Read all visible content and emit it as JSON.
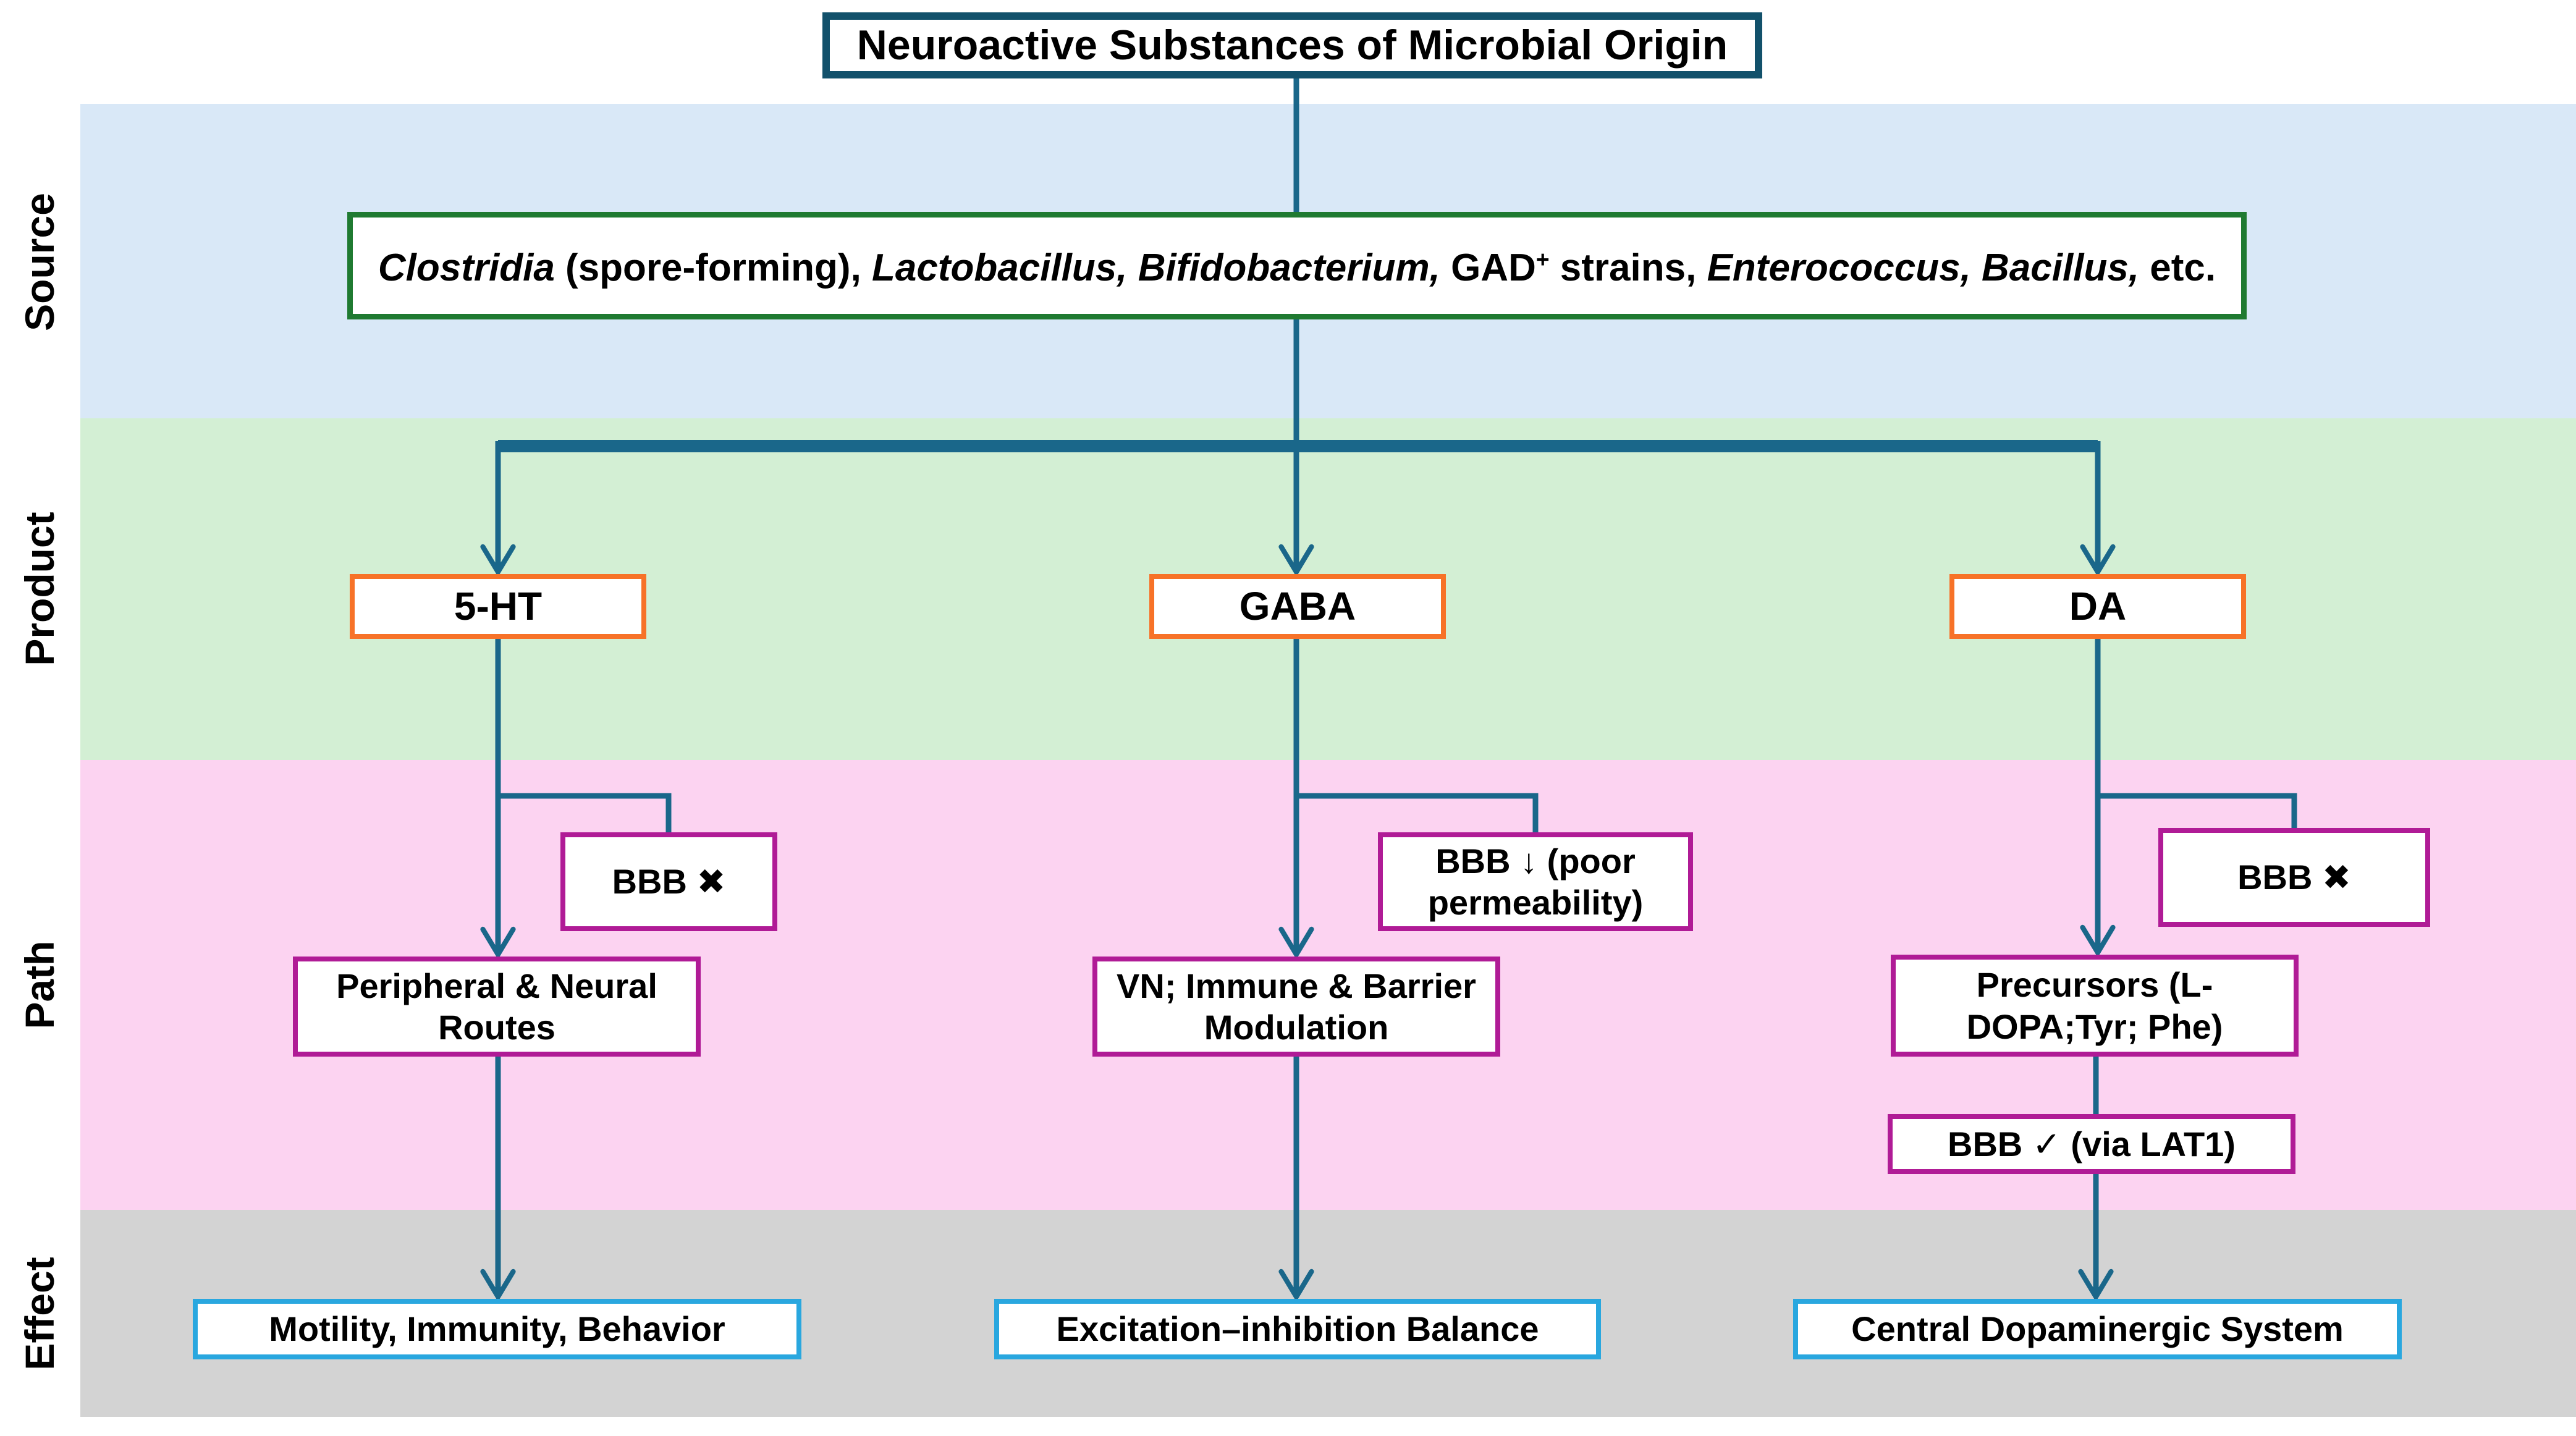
{
  "diagram": {
    "title": "Neuroactive Substances of Microbial Origin",
    "row_labels": [
      "Source",
      "Product",
      "Path",
      "Effect"
    ],
    "colors": {
      "band_source": "#d9e8f7",
      "band_product": "#d3efd4",
      "band_path": "#fcd3f1",
      "band_effect": "#d3d3d3",
      "line": "#1a678a",
      "title_border": "#12516b",
      "source_border": "#1f7a31",
      "product_border": "#f77228",
      "path_border": "#b01b96",
      "effect_border": "#29a7df"
    },
    "source": {
      "segments": [
        {
          "text": "Clostridia",
          "italic": true
        },
        {
          "text": " (spore-forming), ",
          "italic": false
        },
        {
          "text": "Lactobacillus, Bifidobacterium,",
          "italic": true
        },
        {
          "text": " GAD",
          "italic": false
        },
        {
          "text": "+",
          "italic": false,
          "superscript": true
        },
        {
          "text": " strains, ",
          "italic": false
        },
        {
          "text": "Enterococcus, Bacillus,",
          "italic": true
        },
        {
          "text": " etc.",
          "italic": false
        }
      ]
    },
    "products": [
      {
        "label": "5-HT"
      },
      {
        "label": "GABA"
      },
      {
        "label": "DA"
      }
    ],
    "path_boxes": {
      "bbb_5ht": "BBB ✖",
      "route_5ht": "Peripheral & Neural Routes",
      "bbb_gaba": "BBB ↓ (poor permeability)",
      "route_gaba": "VN; Immune & Barrier Modulation",
      "bbb_da": "BBB ✖",
      "route_da": "Precursors (L-DOPA;Tyr; Phe)",
      "bbb_lat1": "BBB ✓ (via LAT1)"
    },
    "effects": [
      "Motility, Immunity, Behavior",
      "Excitation–inhibition Balance",
      "Central Dopaminergic System"
    ]
  }
}
